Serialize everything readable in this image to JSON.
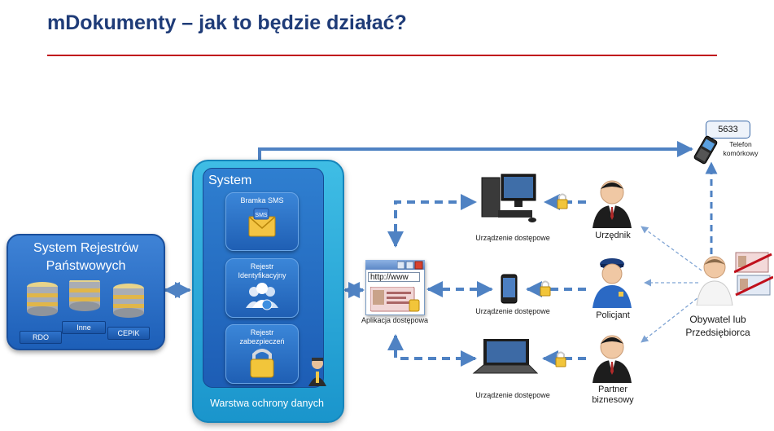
{
  "title": "mDokumenty – jak to będzie działać?",
  "registry": {
    "title": "System Rejestrów Państwowych",
    "databases": [
      "RDO",
      "Inne",
      "CEPIK"
    ]
  },
  "system": {
    "title": "System",
    "sms_gateway": "Bramka SMS",
    "identity_registry": "Rejestr Identyfikacyjny",
    "security_registry": "Rejestr zabezpieczeń",
    "protection_layer": "Warstwa ochrony danych"
  },
  "app": {
    "url": "http://www",
    "label": "Aplikacja dostępowa"
  },
  "devices": {
    "desktop": "Urządzenie dostępowe",
    "mobile": "Urządzenie dostępowe",
    "laptop": "Urządzenie dostępowe"
  },
  "actors": {
    "official": "Urzędnik",
    "police": "Policjant",
    "partner": "Partner biznesowy",
    "citizen": "Obywatel lub Przedsiębiorca"
  },
  "phone": {
    "code": "5633",
    "label": "Telefon komórkowy"
  },
  "colors": {
    "title": "#1f3c78",
    "rule": "#c0101c",
    "arrow": "#4f82c3",
    "system_box": "#1a95cc",
    "registry_box": "#1d5fb8"
  }
}
